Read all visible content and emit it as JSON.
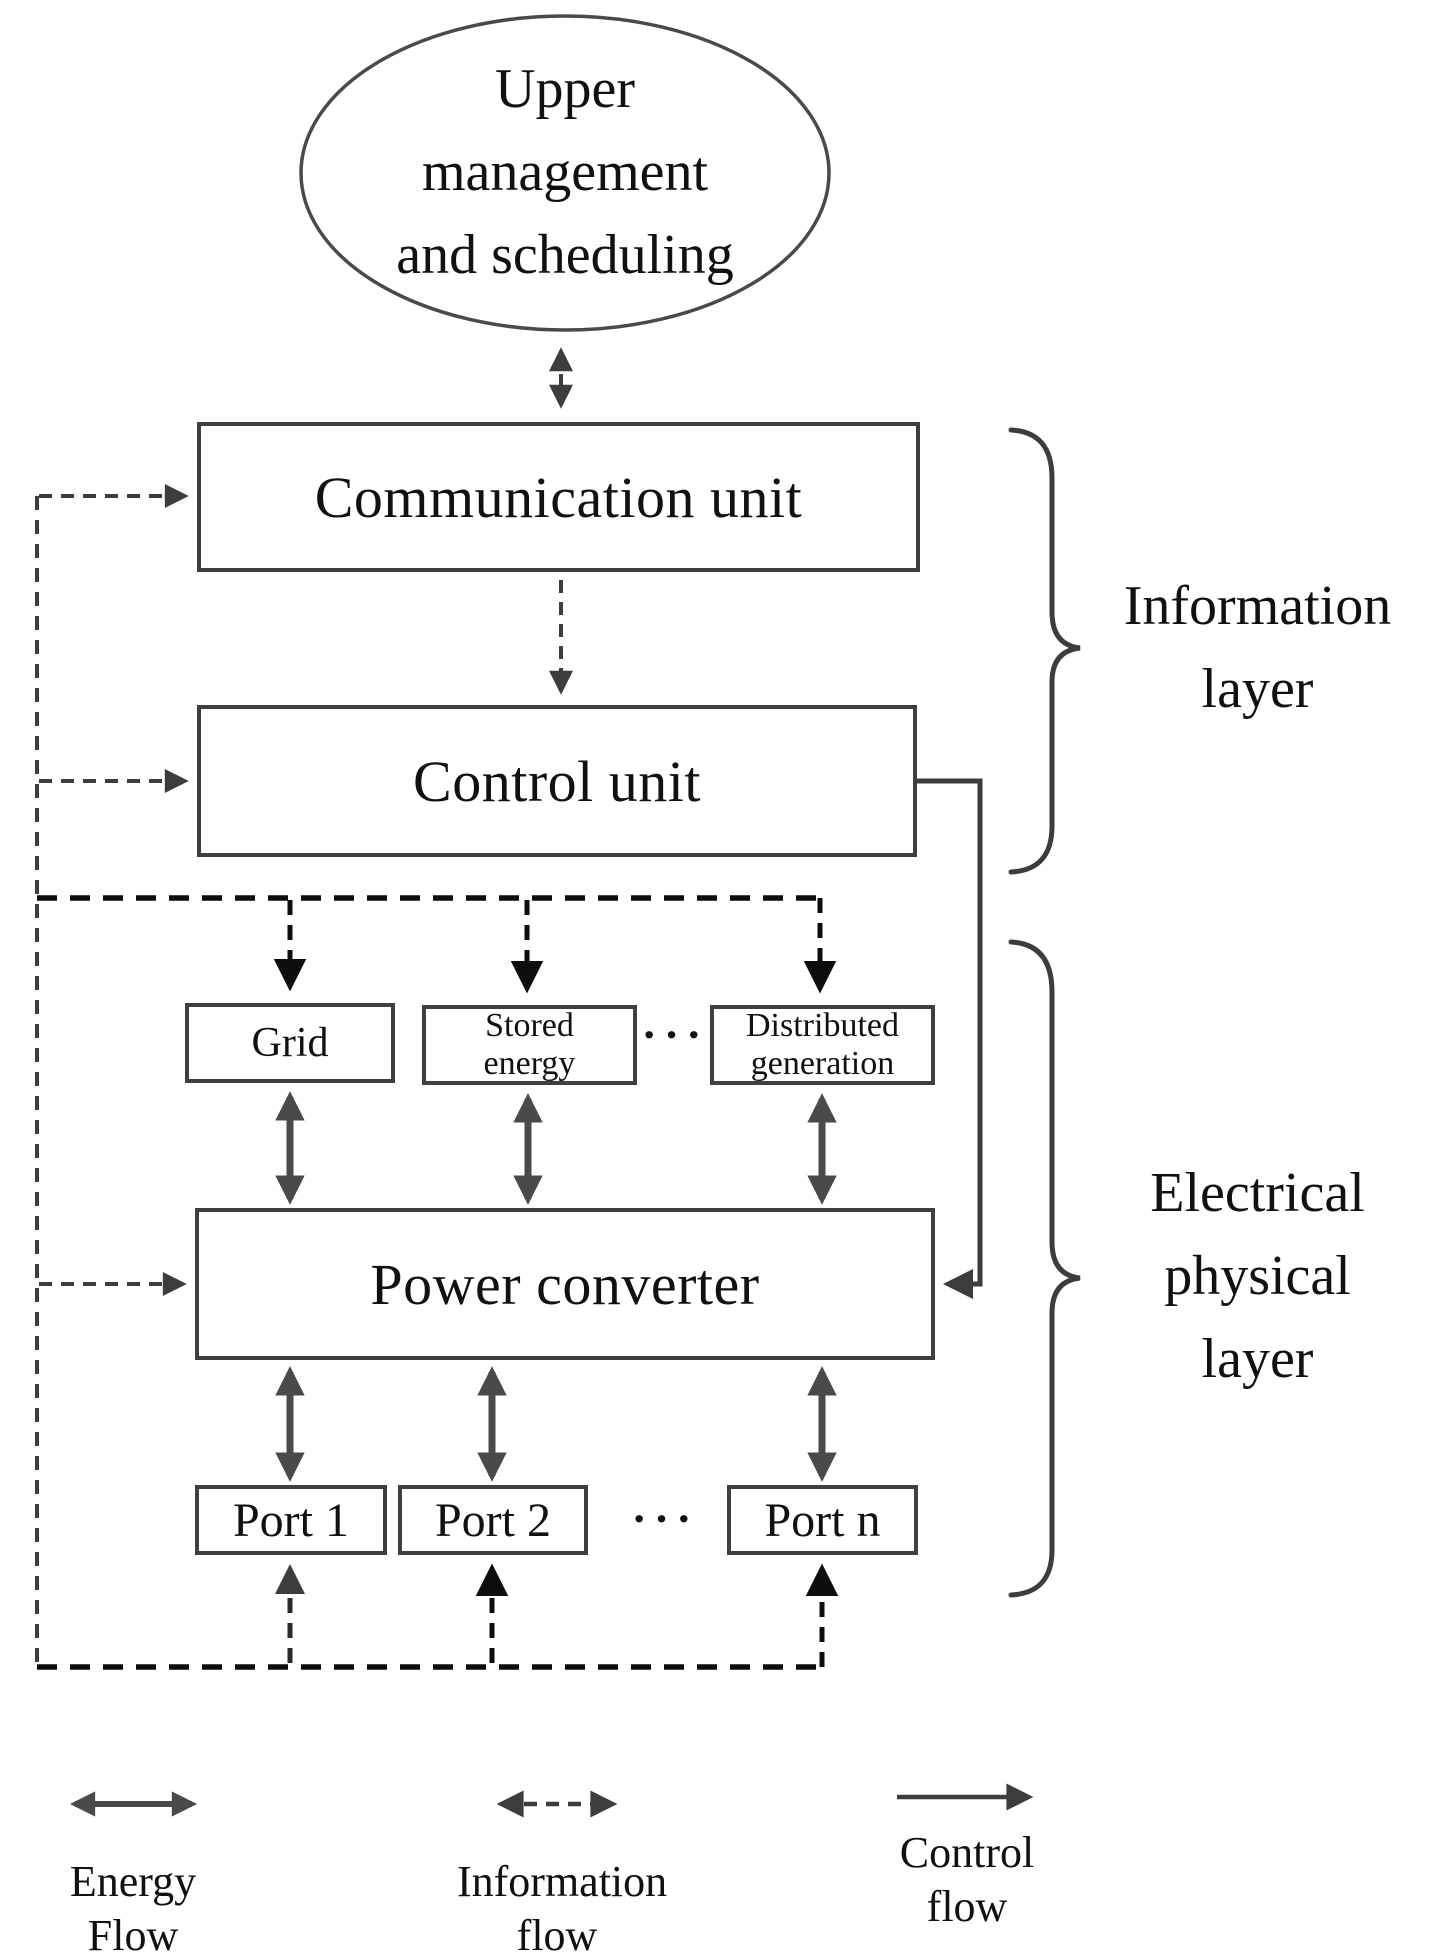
{
  "nodes": {
    "upper": {
      "lines": [
        "Upper",
        "management",
        "and scheduling"
      ]
    },
    "communication": {
      "label": "Communication unit"
    },
    "control": {
      "label": "Control unit"
    },
    "grid": {
      "label": "Grid"
    },
    "stored": {
      "lines": [
        "Stored",
        "energy"
      ]
    },
    "distributed": {
      "lines": [
        "Distributed",
        "generation"
      ]
    },
    "power": {
      "label": "Power converter"
    },
    "port1": {
      "label": "Port 1"
    },
    "port2": {
      "label": "Port 2"
    },
    "portn": {
      "label": "Port n"
    },
    "dots_sources": "···",
    "dots_ports": "···"
  },
  "layers": {
    "information": {
      "lines": [
        "Information",
        "layer"
      ]
    },
    "electrical": {
      "lines": [
        "Electrical",
        "physical",
        "layer"
      ]
    }
  },
  "legend": {
    "energy": {
      "lines": [
        "Energy",
        "Flow"
      ]
    },
    "information": {
      "lines": [
        "Information",
        "flow"
      ]
    },
    "control": {
      "lines": [
        "Control",
        "flow"
      ]
    }
  },
  "colors": {
    "line_gray": "#3d3d3d",
    "line_black": "#0d0d0d",
    "arrow_gray": "#4a4a4a",
    "box_border": "#3f3f3f",
    "text": "#111111"
  }
}
